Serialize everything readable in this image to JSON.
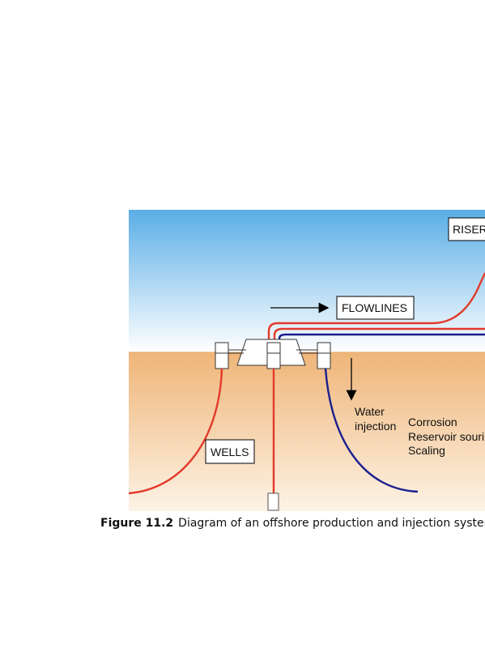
{
  "diagram": {
    "labels": {
      "riser": "RISER",
      "flowlines": "FLOWLINES",
      "wells": "WELLS",
      "water_injection_line1": "Water",
      "water_injection_line2": "injection",
      "corrosion": "Corrosion",
      "reservoir_souring": "Reservoir souring",
      "scaling": "Scaling"
    },
    "colors": {
      "sky_top": "#5aaee6",
      "sky_bottom": "#ffffff",
      "seabed_top": "#efb578",
      "seabed_bottom": "#fdf3e6",
      "production_line": "#e23a2a",
      "injection_line": "#1a1f8f"
    }
  },
  "caption": {
    "number": "Figure 11.2",
    "text": "Diagram of an offshore production and injection system"
  }
}
